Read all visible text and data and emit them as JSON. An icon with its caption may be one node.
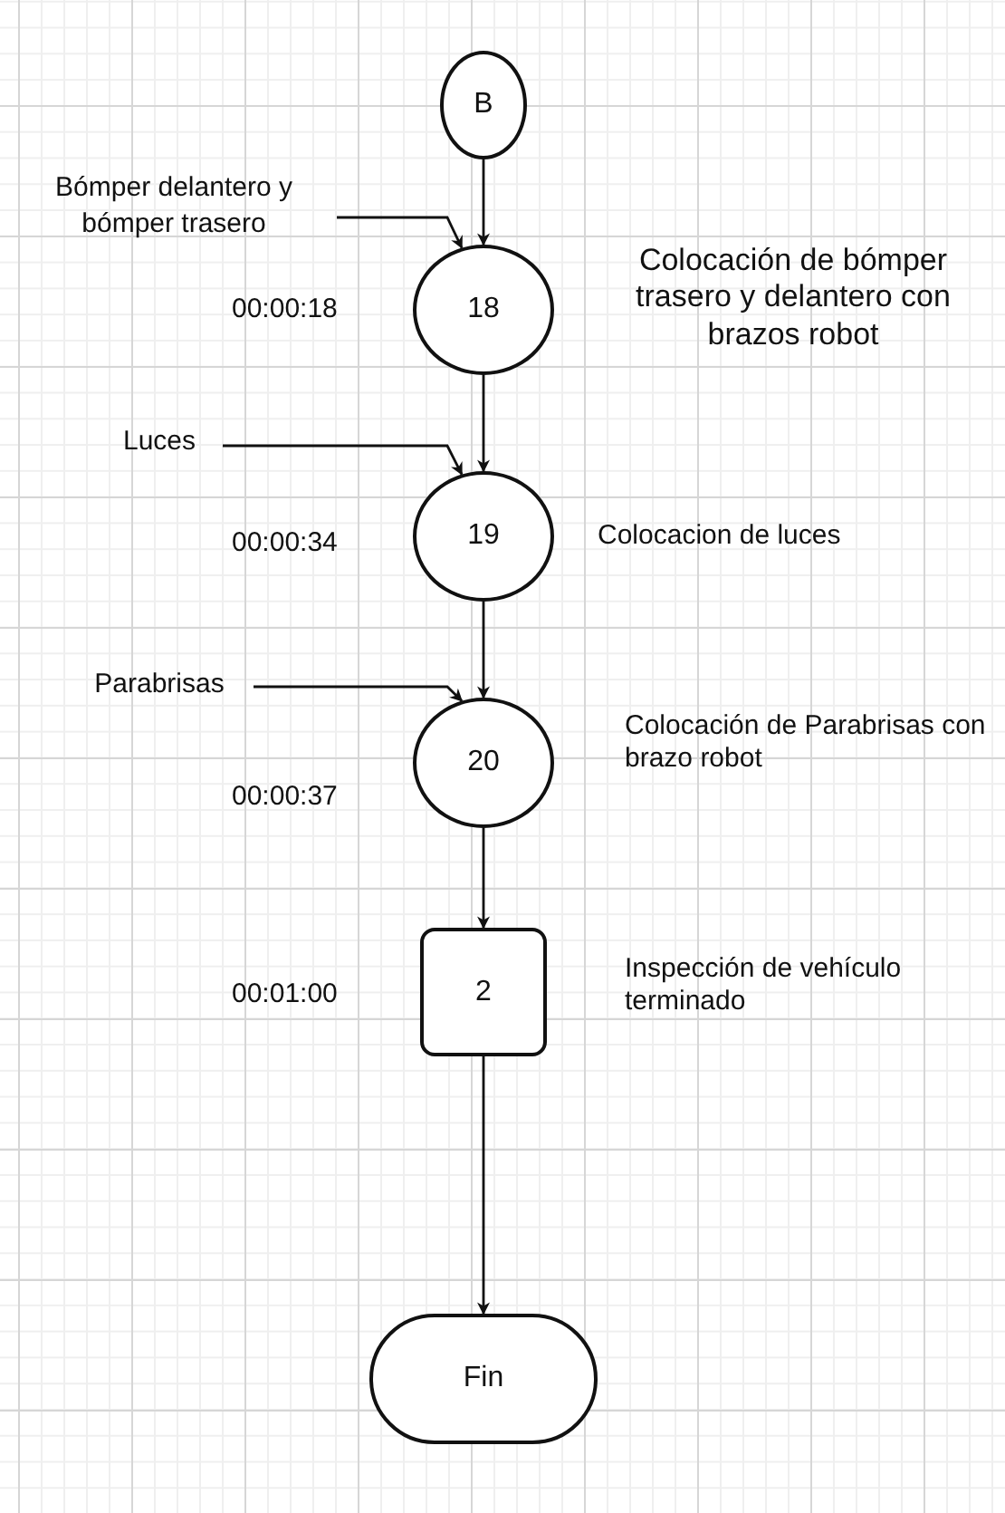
{
  "diagram": {
    "nodes": [
      {
        "text": [
          "B"
        ]
      },
      {
        "text": [
          "Bómper delantero y bómper trasero"
        ]
      },
      {
        "text": [
          "18"
        ],
        "beside": [
          "00:00:18",
          "Colocación de bómper trasero y delantero con brazos robot"
        ]
      },
      {
        "text": [
          "Luces"
        ]
      },
      {
        "text": [
          "19"
        ],
        "beside": [
          "00:00:34",
          "Colocacion de luces"
        ]
      },
      {
        "text": [
          "Parabrisas"
        ]
      },
      {
        "text": [
          "20"
        ],
        "beside": [
          "00:00:37",
          "Colocación de Parabrisas con brazo robot"
        ]
      },
      {
        "text": [
          "2"
        ],
        "beside": [
          "00:01:00",
          "Inspección de vehículo terminado"
        ]
      },
      {
        "text": [
          "Fin"
        ]
      }
    ],
    "edges": [
      {
        "from": 0,
        "to": 2,
        "arrow": "to"
      },
      {
        "from": 1,
        "to": 2,
        "arrow": "to"
      },
      {
        "from": 2,
        "to": 4,
        "arrow": "to"
      },
      {
        "from": 3,
        "to": 4,
        "arrow": "to"
      },
      {
        "from": 4,
        "to": 6,
        "arrow": "to"
      },
      {
        "from": 5,
        "to": 6,
        "arrow": "to"
      },
      {
        "from": 6,
        "to": 7,
        "arrow": "to"
      },
      {
        "from": 7,
        "to": 8,
        "arrow": "to"
      }
    ]
  }
}
